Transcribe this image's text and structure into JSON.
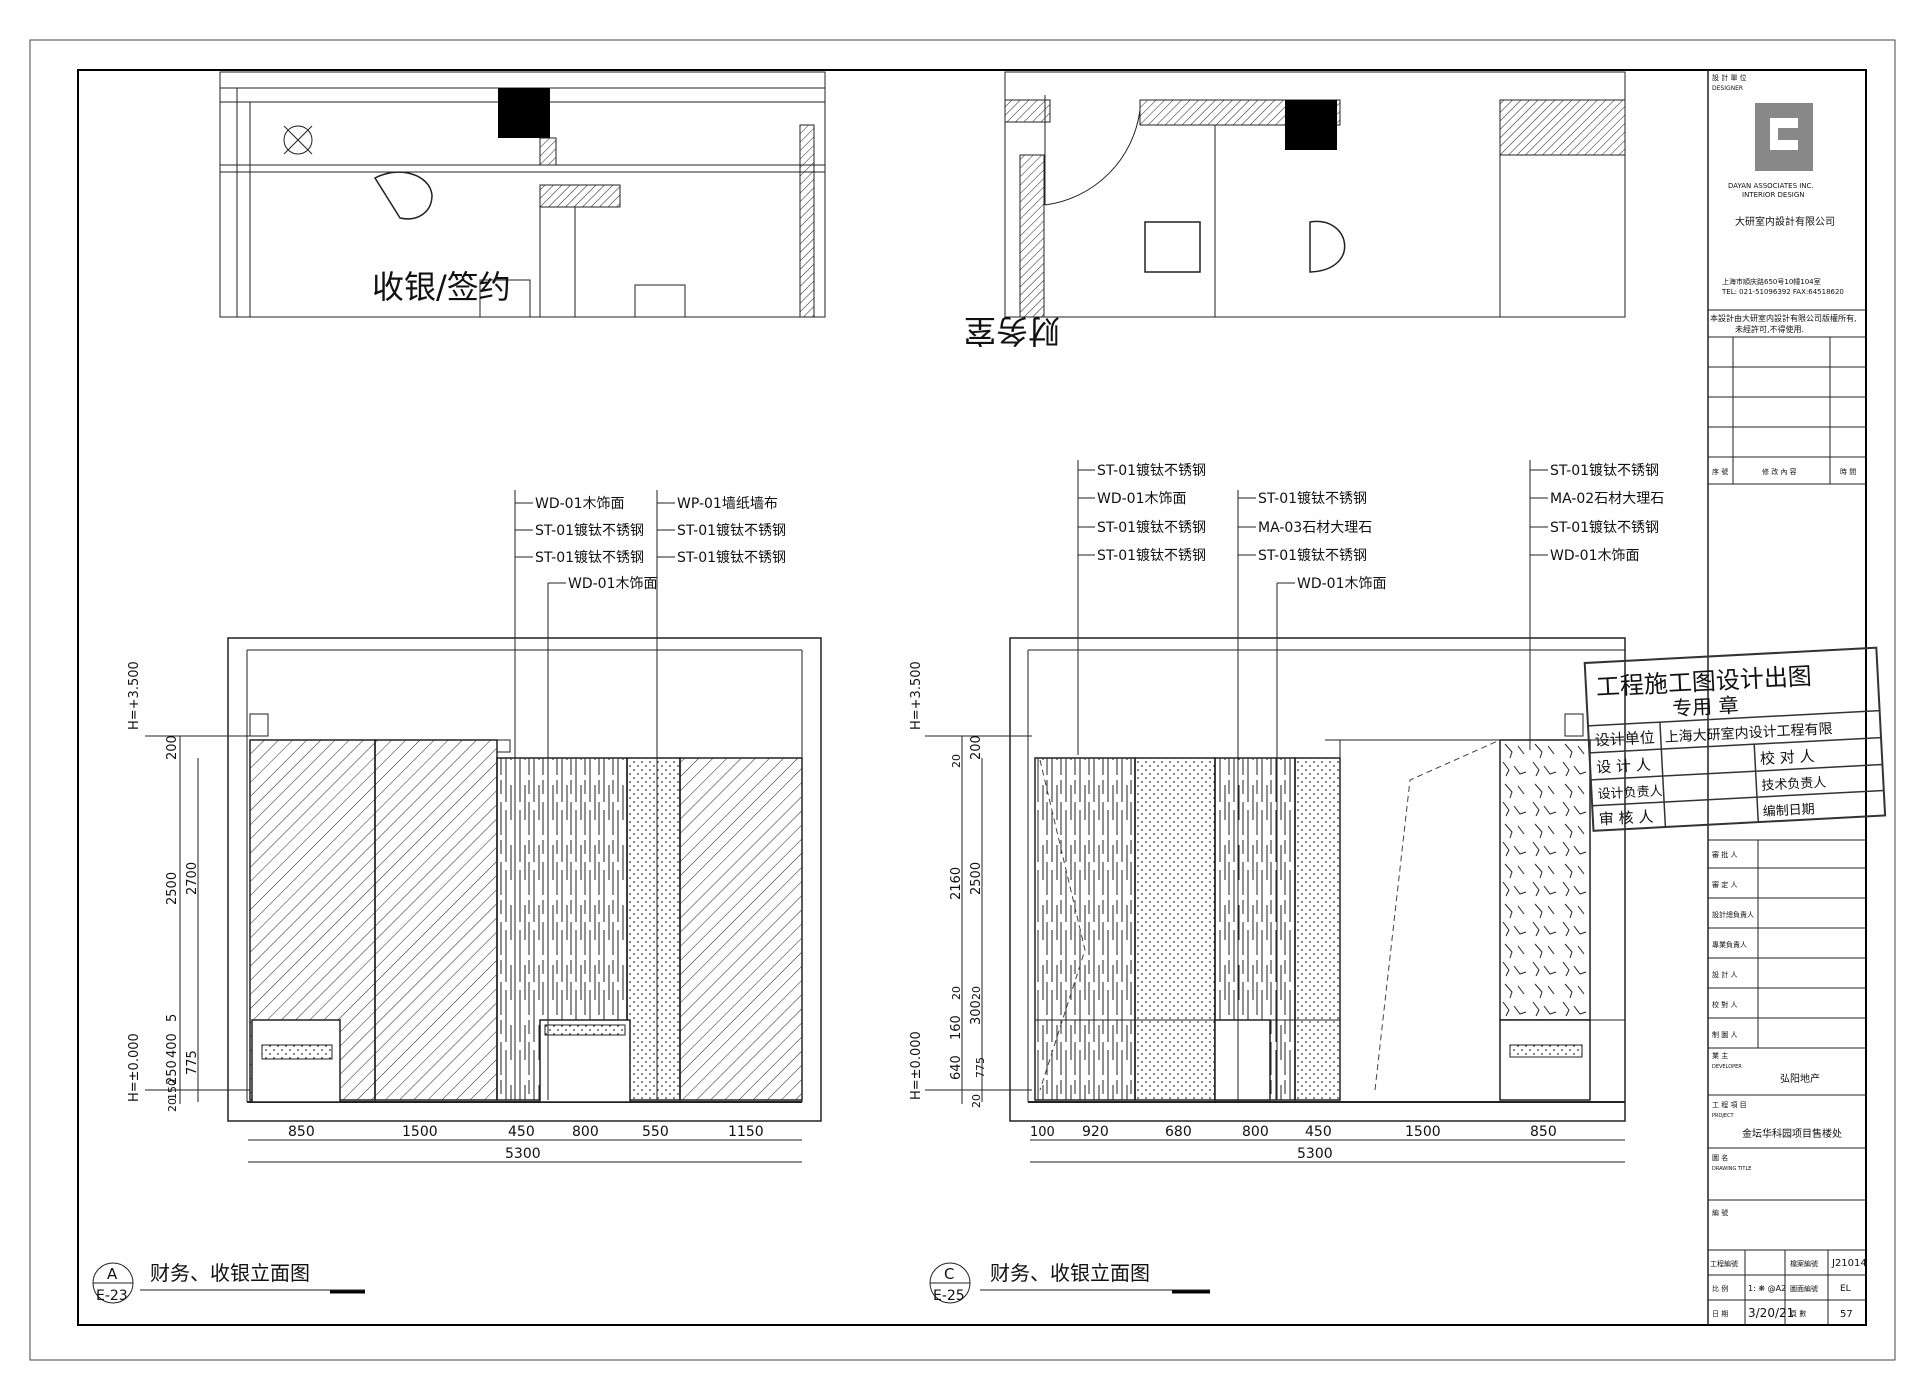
{
  "plan_a": {
    "room_label": "收银/签约"
  },
  "plan_c": {
    "room_label": "财务室"
  },
  "elevation_a": {
    "callouts_left": [
      "WD-01木饰面",
      "ST-01镀钛不锈钢",
      "ST-01镀钛不锈钢"
    ],
    "callout_mid": "WD-01木饰面",
    "callouts_right": [
      "WP-01墙纸墙布",
      "ST-01镀钛不锈钢",
      "ST-01镀钛不锈钢"
    ],
    "level_top": "H=+3.500",
    "level_bottom": "H=±0.000",
    "vdims_outer": [
      "200",
      "2500",
      "5",
      "400",
      "250",
      "150",
      "20"
    ],
    "vdims_inner": [
      "2700",
      "775"
    ],
    "hdims": [
      "850",
      "1500",
      "450",
      "800",
      "550",
      "1150"
    ],
    "total": "5300",
    "title_letter": "A",
    "title_sheet": "E-23",
    "title": "财务、收银立面图"
  },
  "elevation_c": {
    "callouts_left": [
      "ST-01镀钛不锈钢",
      "WD-01木饰面",
      "ST-01镀钛不锈钢",
      "ST-01镀钛不锈钢"
    ],
    "callouts_mid": [
      "ST-01镀钛不锈钢",
      "MA-03石材大理石",
      "ST-01镀钛不锈钢"
    ],
    "callout_mid2": "WD-01木饰面",
    "callouts_right": [
      "ST-01镀钛不锈钢",
      "MA-02石材大理石",
      "ST-01镀钛不锈钢",
      "WD-01木饰面"
    ],
    "level_top": "H=+3.500",
    "level_bottom": "H=±0.000",
    "vdims_outer": [
      "200",
      "2500",
      "20",
      "300",
      "160",
      "640",
      "20"
    ],
    "vdims_inner": [
      "20",
      "2160",
      "20",
      "775"
    ],
    "hdims": [
      "100",
      "920",
      "680",
      "800",
      "450",
      "1500",
      "850"
    ],
    "total": "5300",
    "title_letter": "C",
    "title_sheet": "E-25",
    "title": "财务、收银立面图"
  },
  "title_block": {
    "designer_cn": "設 計 單 位",
    "designer_en": "DESIGNER",
    "logo_line1": "DAYAN ASSOCIATES INC.",
    "logo_line2": "INTERIOR DESIGN",
    "company": "大研室内設計有限公司",
    "address": "上海市順庆路650号10幢104室",
    "phone": "TEL: 021-51096392 FAX:64518620",
    "copyright1": "本設計由大研室内設計有限公司版權所有,",
    "copyright2": "未經許可,不得使用.",
    "rev_no": "序 號",
    "rev_content": "修 改 內 容",
    "rev_date": "時 間",
    "stamp_line1": "工程施工图设计出图",
    "stamp_line2": "专用 章",
    "stamp_unit_label": "设计单位",
    "stamp_unit_value": "上海大研室内设计工程有限",
    "stamp_designer": "设 计 人",
    "stamp_checker": "校 对 人",
    "stamp_lead": "设计负责人",
    "stamp_tech": "技术负责人",
    "stamp_review": "审 核 人",
    "stamp_date": "编制日期",
    "roles": [
      "審 批 人",
      "審 定 人",
      "設計總負責人",
      "專業負責人",
      "設 計 人",
      "校 對 人",
      "制 圖 人"
    ],
    "developer_label": "業 主",
    "developer_en": "DEVELOPER",
    "developer": "弘阳地产",
    "project_label": "工 程 項 目",
    "project_en": "PROJECT",
    "project": "金坛华科园项目售楼处",
    "drawing_label": "圖 名",
    "drawing_en": "DRAWING TITLE",
    "drawing_no_label": "編 號",
    "proj_no_label": "工程編號",
    "file_no_label": "檔案編號",
    "file_no": "J21014",
    "scale_label": "比 例",
    "scale": "1: ❋ @A2",
    "sheet_no_label": "圖面編號",
    "sheet_no": "EL",
    "date_label": "日 期",
    "date": "3/20/21",
    "pages_label": "頁 數",
    "pages": "57"
  }
}
